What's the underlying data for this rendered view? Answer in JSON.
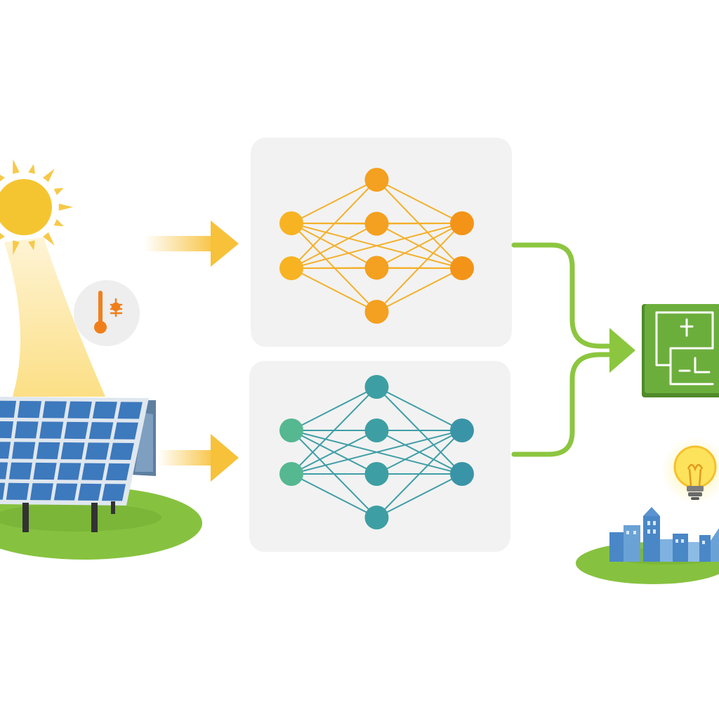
{
  "diagram": {
    "nodes": [
      {
        "name": "sun",
        "kind": "sun"
      },
      {
        "name": "temperature-sensor",
        "kind": "thermometer"
      },
      {
        "name": "solar-panel-array",
        "kind": "solar-panel"
      },
      {
        "name": "network-upper",
        "kind": "neural-network",
        "layers": [
          2,
          4,
          2
        ]
      },
      {
        "name": "network-lower",
        "kind": "neural-network",
        "layers": [
          2,
          4,
          2
        ]
      },
      {
        "name": "control-board",
        "kind": "circuit-board"
      },
      {
        "name": "light-bulb",
        "kind": "light-bulb"
      },
      {
        "name": "city-skyline",
        "kind": "city"
      }
    ],
    "edges": [
      {
        "from": "sun",
        "to": "network-upper",
        "style": "arrow"
      },
      {
        "from": "solar-panel-array",
        "to": "network-lower",
        "style": "arrow"
      },
      {
        "from": "network-upper",
        "to": "control-board",
        "style": "connector"
      },
      {
        "from": "network-lower",
        "to": "control-board",
        "style": "connector"
      }
    ]
  },
  "colors": {
    "sun": "#f5c531",
    "sun_ray": "#f7c948",
    "arrow": "#f7c13a",
    "thermometer": "#f07f1a",
    "network_upper_input": "#f7b322",
    "network_upper_hidden": "#f4a020",
    "network_upper_output": "#f39418",
    "network_upper_link": "#f4b02a",
    "network_lower_input": "#55b890",
    "network_lower_hidden": "#3d9fa3",
    "network_lower_output": "#3a94a8",
    "network_lower_link": "#3f9ea6",
    "panel_card": "#f2f2f2",
    "connector": "#8cc63f",
    "board": "#6cae3c",
    "solar_cell": "#3d79bd",
    "ground": "#86c23f",
    "bulb": "#fde25c",
    "city": "#4a87c6"
  },
  "icons": [
    "sun-icon",
    "thermometer-icon",
    "solar-panel-icon",
    "circuit-board-icon",
    "light-bulb-icon",
    "city-icon"
  ]
}
